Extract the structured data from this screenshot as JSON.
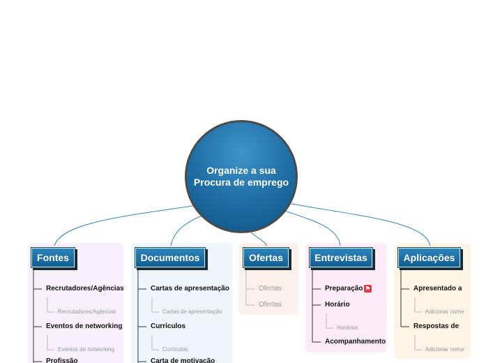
{
  "central": {
    "line1": "Organize a sua",
    "line2": "Procura de emprego"
  },
  "colors": {
    "link": "#2e86c1",
    "fontes_bg": "#f7f0fb",
    "documentos_bg": "#eef5fb",
    "ofertas_bg": "#fbf1ea",
    "entrevistas_bg": "#fbecf8",
    "aplicacoes_bg": "#fcf5e6"
  },
  "topics": {
    "fontes": {
      "title": "Fontes",
      "items": [
        {
          "label": "Recrutadores/Agências",
          "note": "Recrutadores/Agências"
        },
        {
          "label": "Eventos de networking",
          "note": "Eventos de networking"
        },
        {
          "label": "Profissão"
        }
      ]
    },
    "documentos": {
      "title": "Documentos",
      "items": [
        {
          "label": "Cartas de apresentação",
          "note": "Cartas de apresentação"
        },
        {
          "label": "Currículos",
          "note": "Currículos"
        },
        {
          "label": "Carta de motivação"
        }
      ]
    },
    "ofertas": {
      "title": "Ofertas",
      "items": [
        {
          "label": "Ofertas"
        },
        {
          "label": "Ofertas"
        }
      ]
    },
    "entrevistas": {
      "title": "Entrevistas",
      "items": [
        {
          "label": "Preparação",
          "icon": "priority-flag-icon"
        },
        {
          "label": "Horário",
          "note": "Horários"
        },
        {
          "label": "Acompanhamento"
        }
      ]
    },
    "aplicacoes": {
      "title": "Aplicações",
      "items": [
        {
          "label": "Apresentado a",
          "note": "Adicionar nome"
        },
        {
          "label": "Respostas de",
          "note": "Adicionar nome"
        }
      ]
    }
  }
}
